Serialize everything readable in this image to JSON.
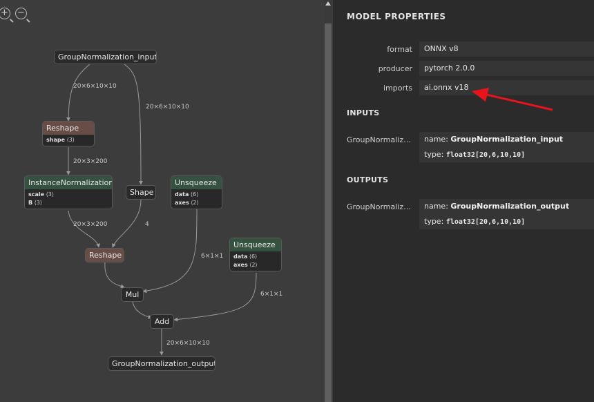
{
  "graph": {
    "zoom_in_glyph": "+",
    "zoom_out_glyph": "−",
    "nodes": {
      "input": "GroupNormalization_input",
      "reshape1": {
        "title": "Reshape",
        "attrs": [
          {
            "name": "shape",
            "value": "⟨3⟩"
          }
        ]
      },
      "instnorm": {
        "title": "InstanceNormalization",
        "attrs": [
          {
            "name": "scale",
            "value": "⟨3⟩"
          },
          {
            "name": "B",
            "value": "⟨3⟩"
          }
        ]
      },
      "shape": "Shape",
      "unsq1": {
        "title": "Unsqueeze",
        "attrs": [
          {
            "name": "data",
            "value": "⟨6⟩"
          },
          {
            "name": "axes",
            "value": "⟨2⟩"
          }
        ]
      },
      "reshape2": "Reshape",
      "unsq2": {
        "title": "Unsqueeze",
        "attrs": [
          {
            "name": "data",
            "value": "⟨6⟩"
          },
          {
            "name": "axes",
            "value": "⟨2⟩"
          }
        ]
      },
      "mul": "Mul",
      "add": "Add",
      "output": "GroupNormalization_output"
    },
    "edge_labels": {
      "e1": "20×6×10×10",
      "e2": "20×6×10×10",
      "e3": "20×3×200",
      "e4": "20×3×200",
      "e5": "4",
      "e6": "6×1×1",
      "e7": "6×1×1",
      "e8": "20×6×10×10"
    }
  },
  "panel": {
    "title": "MODEL PROPERTIES",
    "properties": [
      {
        "label": "format",
        "value": "ONNX v8"
      },
      {
        "label": "producer",
        "value": "pytorch 2.0.0"
      },
      {
        "label": "imports",
        "value": "ai.onnx v18"
      }
    ],
    "inputs_title": "INPUTS",
    "inputs": [
      {
        "name": "GroupNormaliza…",
        "name_key": "name:",
        "name_value": "GroupNormalization_input",
        "type_key": "type:",
        "type_value": "float32[20,6,10,10]"
      }
    ],
    "outputs_title": "OUTPUTS",
    "outputs": [
      {
        "name": "GroupNormaliza…",
        "name_key": "name:",
        "name_value": "GroupNormalization_output",
        "type_key": "type:",
        "type_value": "float32[20,6,10,10]"
      }
    ]
  },
  "colors": {
    "annotation_arrow": "#e8141b",
    "node_brown": "#684d46",
    "node_green": "#35513f",
    "edge": "#9a9a9a"
  }
}
